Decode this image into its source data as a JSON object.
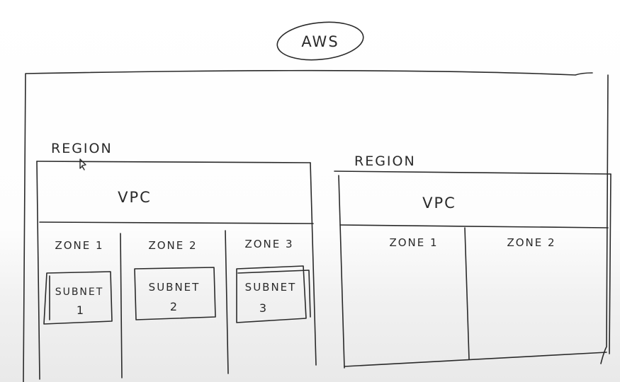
{
  "diagram": {
    "root_label": "AWS",
    "regions": [
      {
        "label": "REGION",
        "vpc_label": "VPC",
        "zones": [
          {
            "label": "ZONE 1",
            "subnet": {
              "line1": "SUBNET",
              "line2": "1"
            }
          },
          {
            "label": "ZONE 2",
            "subnet": {
              "line1": "SUBNET",
              "line2": "2"
            }
          },
          {
            "label": "ZONE 3",
            "subnet": {
              "line1": "SUBNET",
              "line2": "3"
            }
          }
        ]
      },
      {
        "label": "REGION",
        "vpc_label": "VPC",
        "zones": [
          {
            "label": "ZONE 1"
          },
          {
            "label": "ZONE 2"
          }
        ]
      }
    ]
  },
  "colors": {
    "ink": "#2a2a2a",
    "paper": "#ffffff"
  }
}
